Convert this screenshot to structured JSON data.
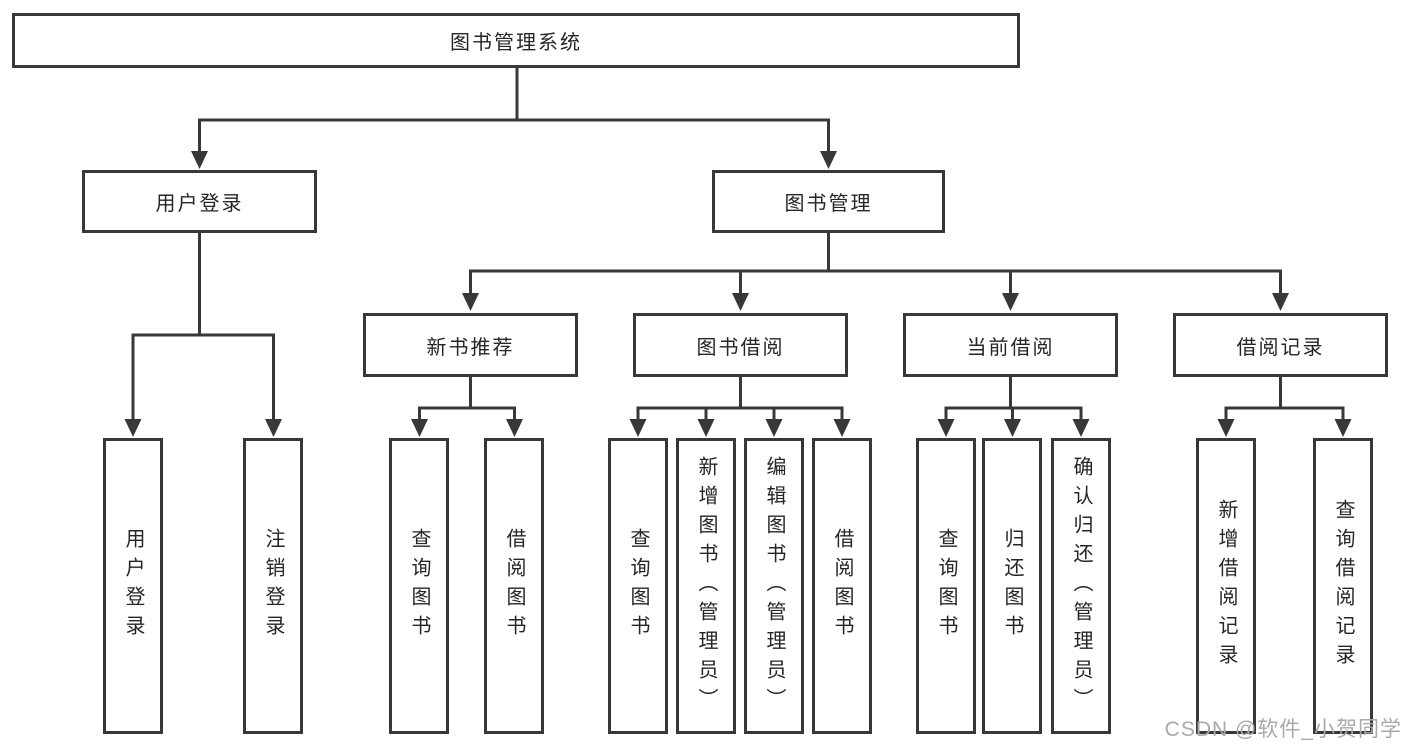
{
  "diagram": {
    "root": {
      "label": "图书管理系统"
    },
    "level2": [
      {
        "label": "用户登录"
      },
      {
        "label": "图书管理"
      }
    ],
    "level3": [
      {
        "label": "新书推荐"
      },
      {
        "label": "图书借阅"
      },
      {
        "label": "当前借阅"
      },
      {
        "label": "借阅记录"
      }
    ],
    "leaves": {
      "user_login": [
        "用户登录",
        "注销登录"
      ],
      "new_book_recommend": [
        "查询图书",
        "借阅图书"
      ],
      "book_borrow": [
        "查询图书",
        "新增图书（管理员）",
        "编辑图书（管理员）",
        "借阅图书"
      ],
      "current_borrow": [
        "查询图书",
        "归还图书",
        "确认归还（管理员）"
      ],
      "borrow_records": [
        "新增借阅记录",
        "查询借阅记录"
      ]
    }
  },
  "watermark": {
    "text": "CSDN @软件_小贺同学"
  },
  "colors": {
    "line": "#383838",
    "box_border": "#383838",
    "text": "#262626",
    "watermark": "#a9a9a9",
    "background": "#ffffff"
  }
}
